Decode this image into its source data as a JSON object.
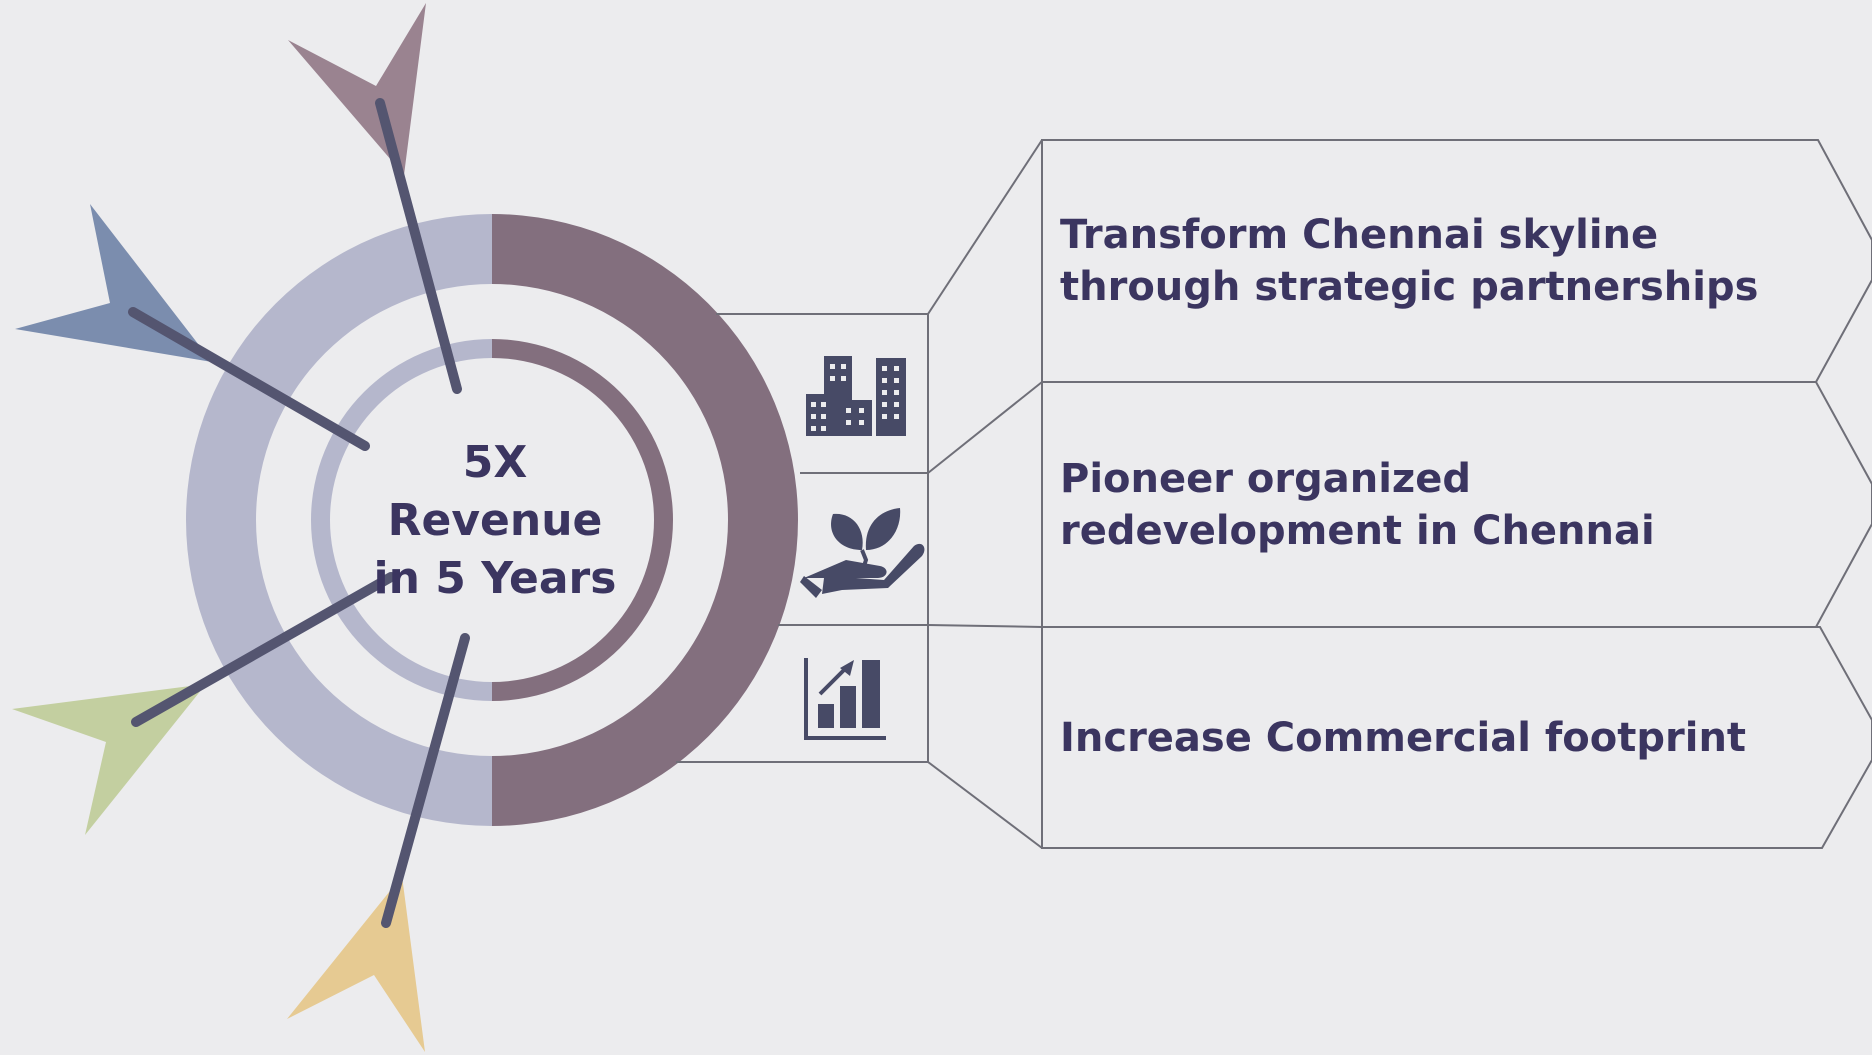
{
  "center": {
    "line1": "5X",
    "line2": "Revenue",
    "line3": "in 5 Years"
  },
  "goals": [
    {
      "icon": "buildings-icon",
      "text": "Transform Chennai skyline through strategic partnerships"
    },
    {
      "icon": "plant-in-hand-icon",
      "text": "Pioneer organized redevelopment in Chennai"
    },
    {
      "icon": "growth-chart-icon",
      "text": "Increase Commercial footprint"
    }
  ],
  "colors": {
    "background": "#ECECEE",
    "ring_mauve": "#836F7E",
    "ring_lavender": "#B5B7CC",
    "needle": "#545570",
    "icon": "#474A66",
    "text": "#3B3560",
    "outline": "#6F6F78",
    "arrow_top": "#9A8390",
    "arrow_left": "#7B8DAE",
    "arrow_bottom_left": "#C3CFA0",
    "arrow_bottom": "#E6CA92"
  }
}
